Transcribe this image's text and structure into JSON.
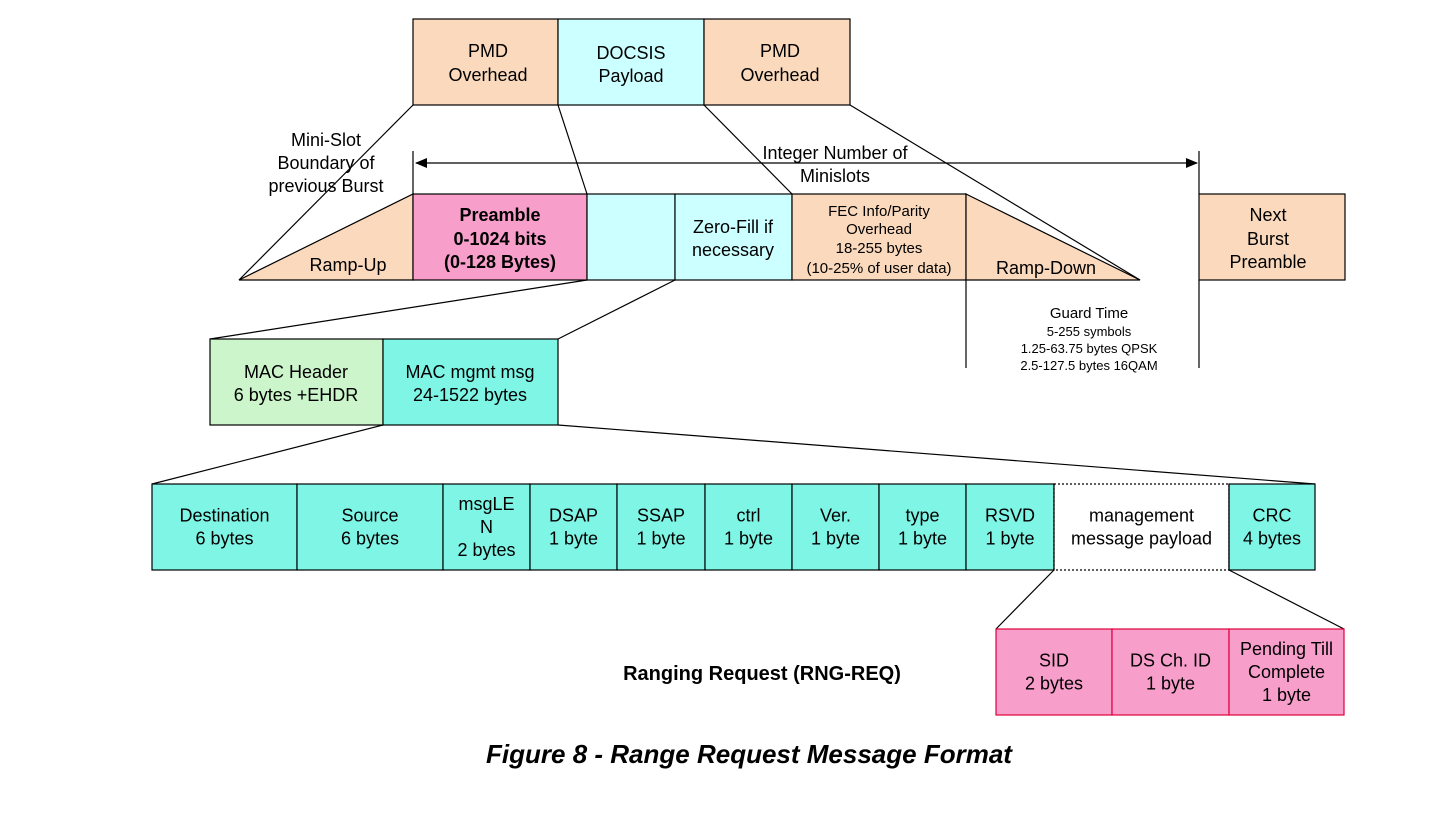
{
  "colors": {
    "peach": "#fad9bd",
    "cyan": "#ccffff",
    "aqua": "#7ff5e6",
    "mint": "#ccf5cc",
    "pink": "#f79ecb",
    "red_border": "#e0003c",
    "stroke": "#000000"
  },
  "top_frame": {
    "pmd_left": [
      "PMD",
      "Overhead"
    ],
    "payload": [
      "DOCSIS",
      "Payload"
    ],
    "pmd_right": [
      "PMD",
      "Overhead"
    ]
  },
  "burst": {
    "boundary_label": [
      "Mini-Slot",
      "Boundary of",
      "previous Burst"
    ],
    "span_label": [
      "Integer Number of",
      "Minislots"
    ],
    "ramp_up": "Ramp-Up",
    "preamble": [
      "Preamble",
      "0-1024 bits",
      "(0-128 Bytes)"
    ],
    "zero_fill": [
      "Zero-Fill if",
      "necessary"
    ],
    "fec": [
      "FEC Info/Parity",
      "Overhead",
      "18-255 bytes",
      "(10-25% of user data)"
    ],
    "ramp_down": "Ramp-Down",
    "next_preamble": [
      "Next",
      "Burst",
      "Preamble"
    ],
    "guard_time": [
      "Guard Time",
      "5-255 symbols",
      "1.25-63.75 bytes QPSK",
      "2.5-127.5 bytes 16QAM"
    ]
  },
  "mac": {
    "header": [
      "MAC Header",
      "6 bytes +EHDR"
    ],
    "mgmt": [
      "MAC mgmt msg",
      "24-1522 bytes"
    ]
  },
  "fields": [
    [
      "Destination",
      "6 bytes"
    ],
    [
      "Source",
      "6 bytes"
    ],
    [
      "msgLE",
      "N",
      "2 bytes"
    ],
    [
      "DSAP",
      "1 byte"
    ],
    [
      "SSAP",
      "1 byte"
    ],
    [
      "ctrl",
      "1 byte"
    ],
    [
      "Ver.",
      "1 byte"
    ],
    [
      "type",
      "1 byte"
    ],
    [
      "RSVD",
      "1 byte"
    ],
    [
      "management",
      "message payload"
    ],
    [
      "CRC",
      "4 bytes"
    ]
  ],
  "payload_fields": [
    [
      "SID",
      "2 bytes"
    ],
    [
      "DS Ch. ID",
      "1 byte"
    ],
    [
      "Pending Till",
      "Complete",
      "1 byte"
    ]
  ],
  "message_title": "Ranging Request (RNG-REQ)",
  "caption": "Figure 8 - Range Request Message Format"
}
